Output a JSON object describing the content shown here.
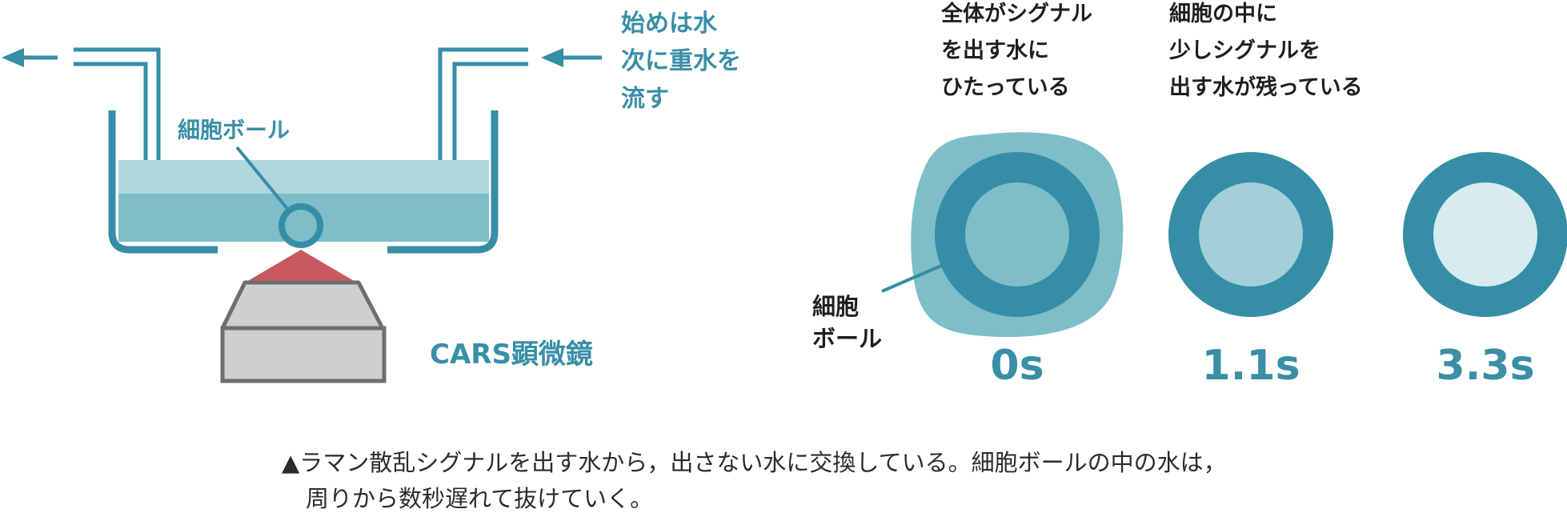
{
  "colors": {
    "teal_dark": "#358ea6",
    "teal_mid": "#7dbec8",
    "teal_light": "#b1d7de",
    "core_1_1s": "#a2cfd8",
    "core_3_3s": "#d6ecef",
    "laser_red": "#c85a5f",
    "microscope_gray": "#cfcfd1",
    "label_blue": "#3a8ea6"
  },
  "setup": {
    "flow_note": [
      "始めは水",
      "次に重水を",
      "流す"
    ],
    "cell_ball_label": "細胞ボール",
    "microscope_label": "CARS顕微鏡"
  },
  "states": {
    "state_0s_note": [
      "全体がシグナル",
      "を出す水に",
      "ひたっている"
    ],
    "state_later_note": [
      "細胞の中に",
      "少しシグナルを",
      "出す水が残っている"
    ],
    "cell_ball_label": [
      "細胞",
      "ボール"
    ],
    "times": [
      "0s",
      "1.1s",
      "3.3s"
    ]
  },
  "caption": [
    "▲ラマン散乱シグナルを出す水から，出さない水に交換している。細胞ボールの中の水は，",
    "周りから数秒遅れて抜けていく。"
  ]
}
